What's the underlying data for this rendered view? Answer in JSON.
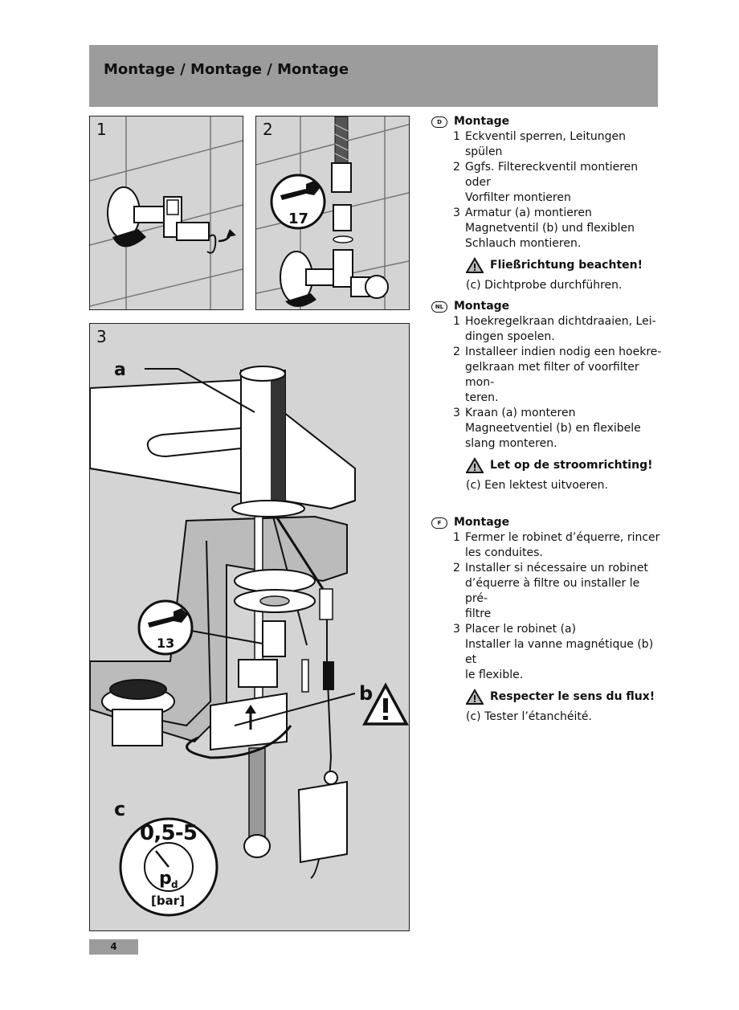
{
  "header": {
    "title": "Montage / Montage / Montage"
  },
  "figures": {
    "panel1": {
      "number": "1"
    },
    "panel2": {
      "number": "2",
      "wrench_size": "17"
    },
    "panel3": {
      "number": "3",
      "label_a": "a",
      "label_b": "b",
      "label_c": "c",
      "wrench_size": "13",
      "pressure_range": "0,5-5",
      "pressure_symbol": "p",
      "pressure_subscript": "d",
      "pressure_unit": "[bar]"
    }
  },
  "sections": [
    {
      "lang_code": "D",
      "title": "Montage",
      "steps": [
        {
          "num": "1",
          "text": "Eckventil sperren, Leitungen spülen"
        },
        {
          "num": "2",
          "text": "Ggfs. Filtereckventil montieren oder\nVorfilter montieren"
        },
        {
          "num": "3",
          "text": "Armatur (a) montieren\nMagnetventil (b) und flexiblen\nSchlauch montieren."
        }
      ],
      "warning": "Fließrichtung beachten!",
      "note": "(c) Dichtprobe durchführen."
    },
    {
      "lang_code": "NL",
      "title": "Montage",
      "steps": [
        {
          "num": "1",
          "text": "Hoekregelkraan dichtdraaien, Lei-\ndingen spoelen."
        },
        {
          "num": "2",
          "text": "Installeer indien nodig een hoekre-\ngelkraan met filter of voorfilter mon-\nteren."
        },
        {
          "num": "3",
          "text": "Kraan (a) monteren\nMagneetventiel (b) en flexibele\nslang monteren."
        }
      ],
      "warning": "Let op de stroomrichting!",
      "note": "(c) Een lektest uitvoeren."
    },
    {
      "lang_code": "F",
      "title": "Montage",
      "steps": [
        {
          "num": "1",
          "text": "Fermer le robinet d’équerre, rincer\nles conduites."
        },
        {
          "num": "2",
          "text": "Installer si nécessaire un robinet\nd’équerre à filtre ou installer le pré-\nfiltre"
        },
        {
          "num": "3",
          "text": "Placer le robinet (a)\nInstaller la vanne magnétique (b) et\nle flexible."
        }
      ],
      "warning": "Respecter le sens du flux!",
      "note": "(c) Tester l’étanchéité."
    }
  ],
  "footer": {
    "page_number": "4"
  }
}
